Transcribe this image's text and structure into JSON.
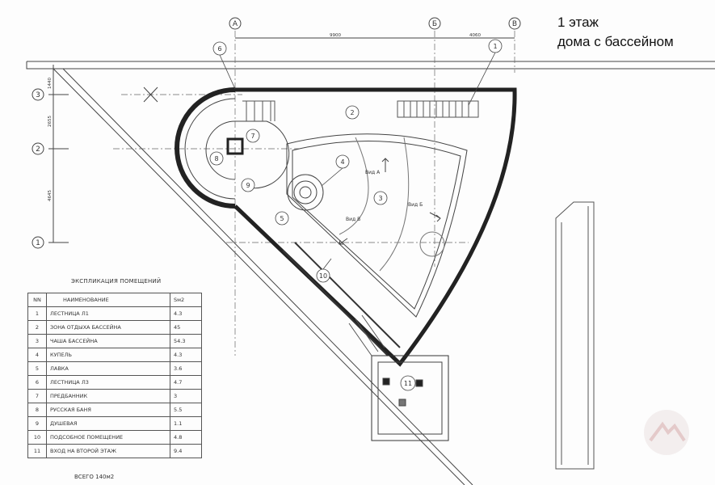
{
  "title": {
    "line1": "1 этаж",
    "line2": "дома с бассейном"
  },
  "axes": {
    "columns": [
      "А",
      "Б",
      "В"
    ],
    "rows": [
      "3",
      "2",
      "1"
    ]
  },
  "dimensions": {
    "top": [
      "9900",
      "4060"
    ],
    "left": [
      "1440",
      "2655",
      "4645"
    ]
  },
  "room_markers": [
    "1",
    "2",
    "3",
    "4",
    "5",
    "6",
    "7",
    "8",
    "9",
    "10",
    "11"
  ],
  "views": {
    "a": "Вид А",
    "b": "Вид Б",
    "c": "Вид В"
  },
  "explication": {
    "title": "ЭКСПЛИКАЦИЯ ПОМЕЩЕНИЙ",
    "headers": [
      "NN",
      "НАИМЕНОВАНИЕ",
      "Sм2"
    ],
    "rows": [
      [
        "1",
        "ЛЕСТНИЦА Л1",
        "4.3"
      ],
      [
        "2",
        "ЗОНА ОТДЫХА БАССЕЙНА",
        "45"
      ],
      [
        "3",
        "ЧАША БАССЕЙНА",
        "54.3"
      ],
      [
        "4",
        "КУПЕЛЬ",
        "4.3"
      ],
      [
        "5",
        "ЛАВКА",
        "3.6"
      ],
      [
        "6",
        "ЛЕСТНИЦА Л3",
        "4.7"
      ],
      [
        "7",
        "ПРЕДБАННИК",
        "3"
      ],
      [
        "8",
        "РУССКАЯ БАНЯ",
        "5.5"
      ],
      [
        "9",
        "ДУШЕВАЯ",
        "1.1"
      ],
      [
        "10",
        "ПОДСОБНОЕ ПОМЕЩЕНИЕ",
        "4.8"
      ],
      [
        "11",
        "ВХОД НА ВТОРОЙ ЭТАЖ",
        "9.4"
      ]
    ],
    "total": "ВСЕГО  140м2"
  }
}
